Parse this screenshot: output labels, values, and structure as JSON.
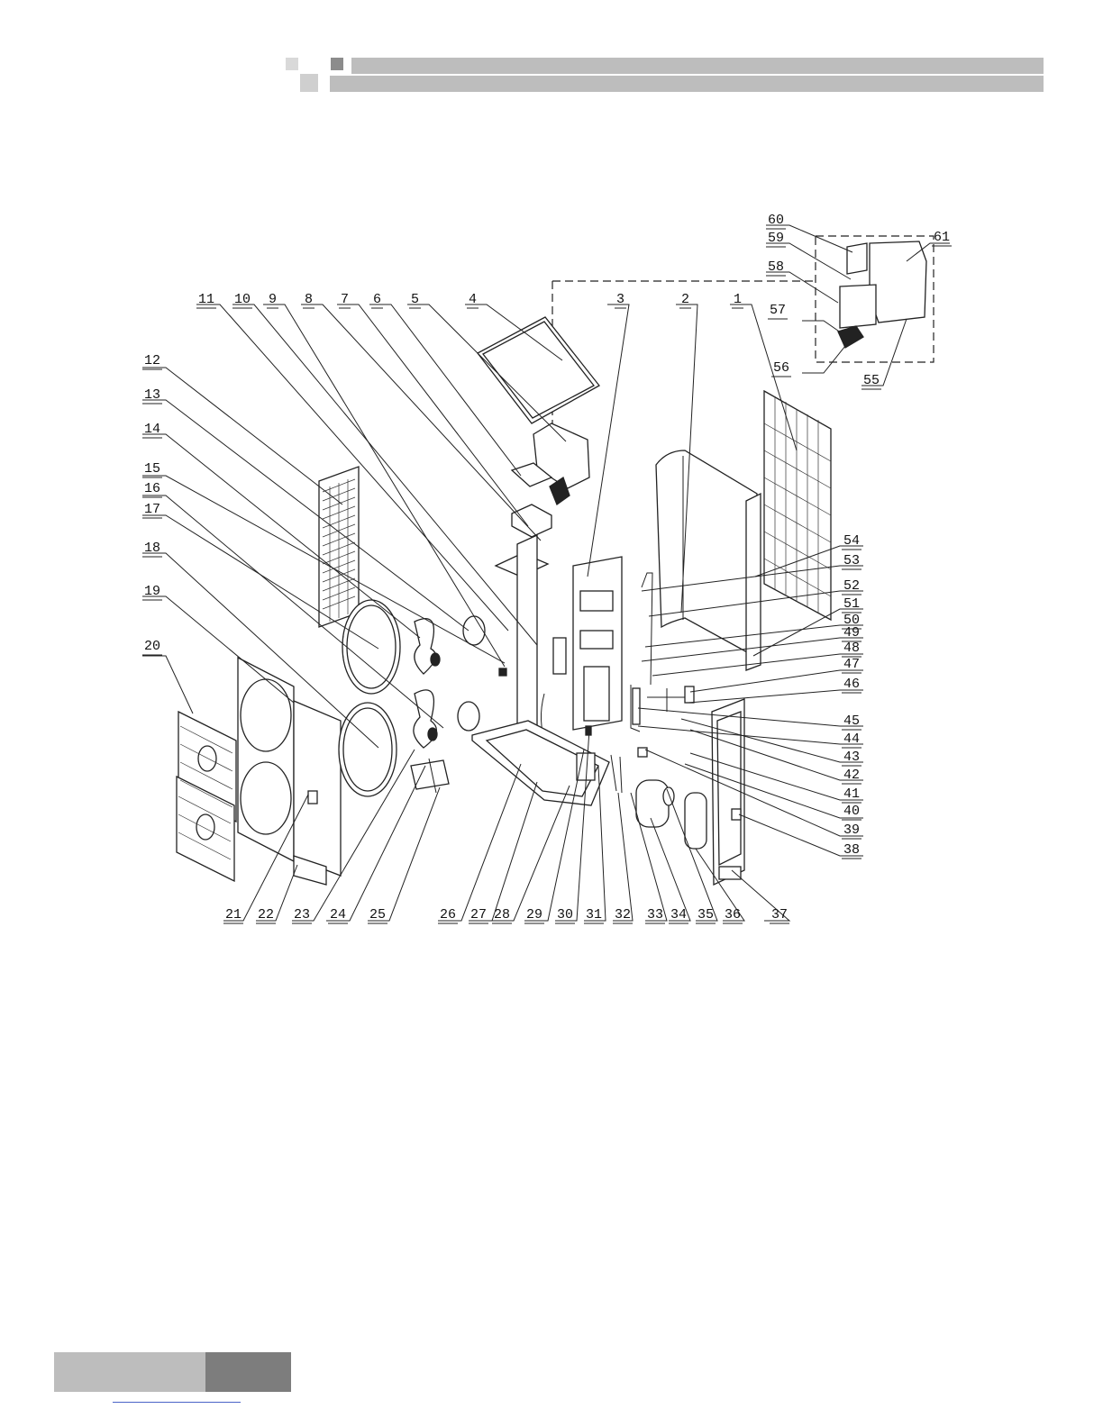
{
  "callouts": [
    "1",
    "2",
    "3",
    "4",
    "5",
    "6",
    "7",
    "8",
    "9",
    "10",
    "11",
    "12",
    "13",
    "14",
    "15",
    "16",
    "17",
    "18",
    "19",
    "20",
    "21",
    "22",
    "23",
    "24",
    "25",
    "26",
    "27",
    "28",
    "29",
    "30",
    "31",
    "32",
    "33",
    "34",
    "35",
    "36",
    "37",
    "38",
    "39",
    "40",
    "41",
    "42",
    "43",
    "44",
    "45",
    "46",
    "47",
    "48",
    "49",
    "50",
    "51",
    "52",
    "53",
    "54",
    "55",
    "56",
    "57",
    "58",
    "59",
    "60",
    "61"
  ],
  "colors": {
    "header_bar": "#bdbdbd",
    "header_sq_light": "#d9d9d9",
    "header_sq_dark": "#8c8c8c",
    "footer_light": "#bdbdbd",
    "footer_dark": "#7d7d7d",
    "link": "#4a63c7"
  }
}
